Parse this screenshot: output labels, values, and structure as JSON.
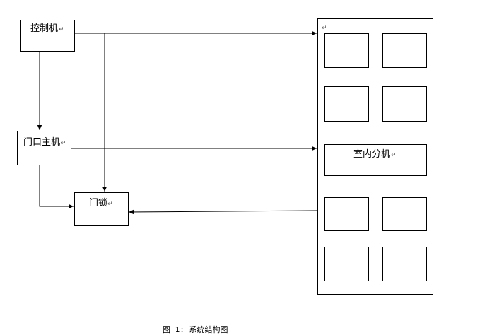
{
  "diagram": {
    "nodes": {
      "controller": {
        "label": "控制机"
      },
      "door_host": {
        "label": "门口主机"
      },
      "door_lock": {
        "label": "门锁"
      },
      "indoor_unit": {
        "label": "室内分机"
      }
    },
    "paragraph_mark": "↵",
    "edges": [
      {
        "from": "控制机",
        "to": "室内分机"
      },
      {
        "from": "控制机",
        "to": "门口主机"
      },
      {
        "from": "控制机",
        "to": "门锁"
      },
      {
        "from": "门口主机",
        "to": "室内分机"
      },
      {
        "from": "门口主机",
        "to": "门锁"
      },
      {
        "from": "室内分机",
        "to": "门锁"
      }
    ]
  },
  "caption": "图 1: 系统结构图"
}
